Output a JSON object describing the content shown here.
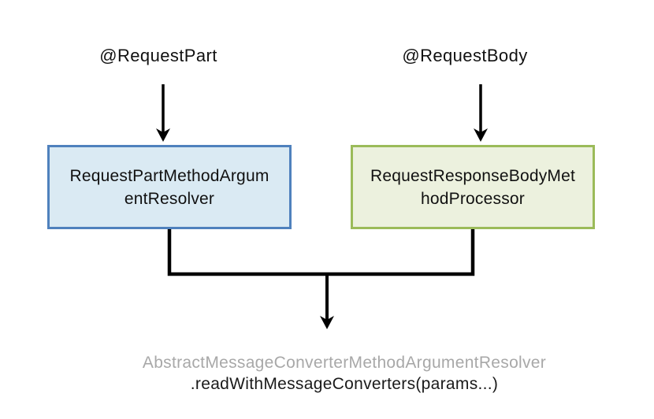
{
  "diagram": {
    "annotations": {
      "request_part": "@RequestPart",
      "request_body": "@RequestBody"
    },
    "nodes": {
      "left": {
        "label": "RequestPartMethodArgumentResolver",
        "lines": [
          "RequestPartMethodArgum",
          "entResolver"
        ],
        "fill": "#daeaf3",
        "border": "#4f81bd"
      },
      "right": {
        "label": "RequestResponseBodyMethodProcessor",
        "lines": [
          "RequestResponseBodyMet",
          "hodProcessor"
        ],
        "fill": "#ecf1de",
        "border": "#9bbb59"
      }
    },
    "result": {
      "class_name": "AbstractMessageConverterMethodArgumentResolver",
      "method_call": ".readWithMessageConverters(params...)",
      "class_color": "#a8a8a8",
      "method_color": "#1a1a1a"
    },
    "connector_color": "#000000"
  }
}
